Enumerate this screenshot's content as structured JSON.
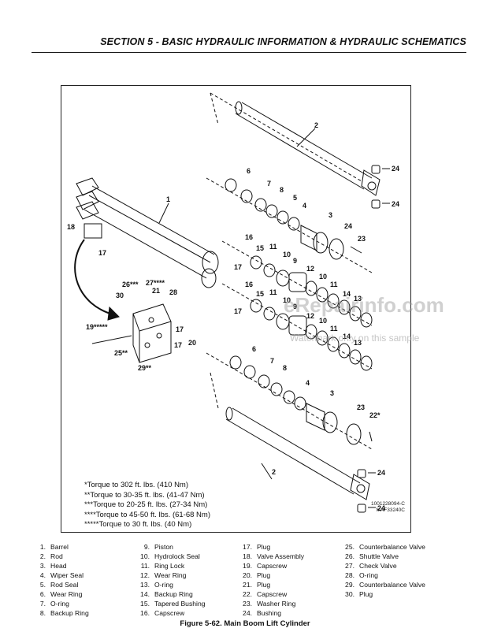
{
  "header": {
    "title": "SECTION 5 - BASIC HYDRAULIC INFORMATION & HYDRAULIC SCHEMATICS"
  },
  "diagram": {
    "callouts": [
      "1",
      "2",
      "2",
      "3",
      "3",
      "4",
      "4",
      "5",
      "6",
      "6",
      "7",
      "7",
      "8",
      "8",
      "9",
      "9",
      "10",
      "10",
      "11",
      "11",
      "11",
      "12",
      "12",
      "13",
      "13",
      "14",
      "14",
      "16",
      "16",
      "17",
      "17",
      "17",
      "17",
      "18",
      "19*****",
      "20",
      "21",
      "22*",
      "23",
      "23",
      "24",
      "24",
      "24",
      "24",
      "25**",
      "26***",
      "27****",
      "28",
      "29**",
      "30"
    ]
  },
  "torque_notes": [
    "*Torque to 302 ft. lbs. (410 Nm)",
    "**Torque to 30-35 ft. lbs. (41-47 Nm)",
    "***Torque to 20-25 ft. lbs. (27-34 Nm)",
    "****Torque to 45-50 ft. lbs. (61-68 Nm)",
    "*****Torque to 30 ft. lbs. (40 Nm)"
  ],
  "drawing_refs": [
    "1001228094-C",
    "MAF33240C"
  ],
  "watermark": {
    "main": "eRepairinfo.com",
    "sub": "Watermark only on this sample"
  },
  "legend": [
    [
      {
        "n": "1.",
        "t": "Barrel"
      },
      {
        "n": "2.",
        "t": "Rod"
      },
      {
        "n": "3.",
        "t": "Head"
      },
      {
        "n": "4.",
        "t": "Wiper Seal"
      },
      {
        "n": "5.",
        "t": "Rod Seal"
      },
      {
        "n": "6.",
        "t": "Wear Ring"
      },
      {
        "n": "7.",
        "t": "O-ring"
      },
      {
        "n": "8.",
        "t": "Backup Ring"
      }
    ],
    [
      {
        "n": "9.",
        "t": "Piston"
      },
      {
        "n": "10.",
        "t": "Hydrolock Seal"
      },
      {
        "n": "11.",
        "t": "Ring Lock"
      },
      {
        "n": "12.",
        "t": "Wear Ring"
      },
      {
        "n": "13.",
        "t": "O-ring"
      },
      {
        "n": "14.",
        "t": "Backup Ring"
      },
      {
        "n": "15.",
        "t": "Tapered Bushing"
      },
      {
        "n": "16.",
        "t": "Capscrew"
      }
    ],
    [
      {
        "n": "17.",
        "t": "Plug"
      },
      {
        "n": "18.",
        "t": "Valve Assembly"
      },
      {
        "n": "19.",
        "t": "Capscrew"
      },
      {
        "n": "20.",
        "t": "Plug"
      },
      {
        "n": "21.",
        "t": "Plug"
      },
      {
        "n": "22.",
        "t": "Capscrew"
      },
      {
        "n": "23.",
        "t": "Washer Ring"
      },
      {
        "n": "24.",
        "t": "Bushing"
      }
    ],
    [
      {
        "n": "25.",
        "t": "Counterbalance Valve"
      },
      {
        "n": "26.",
        "t": "Shuttle Valve"
      },
      {
        "n": "27.",
        "t": "Check Valve"
      },
      {
        "n": "28.",
        "t": "O-ring"
      },
      {
        "n": "29.",
        "t": "Counterbalance Valve"
      },
      {
        "n": "30.",
        "t": "Plug"
      }
    ]
  ],
  "caption": "Figure 5-62.  Main Boom Lift Cylinder"
}
